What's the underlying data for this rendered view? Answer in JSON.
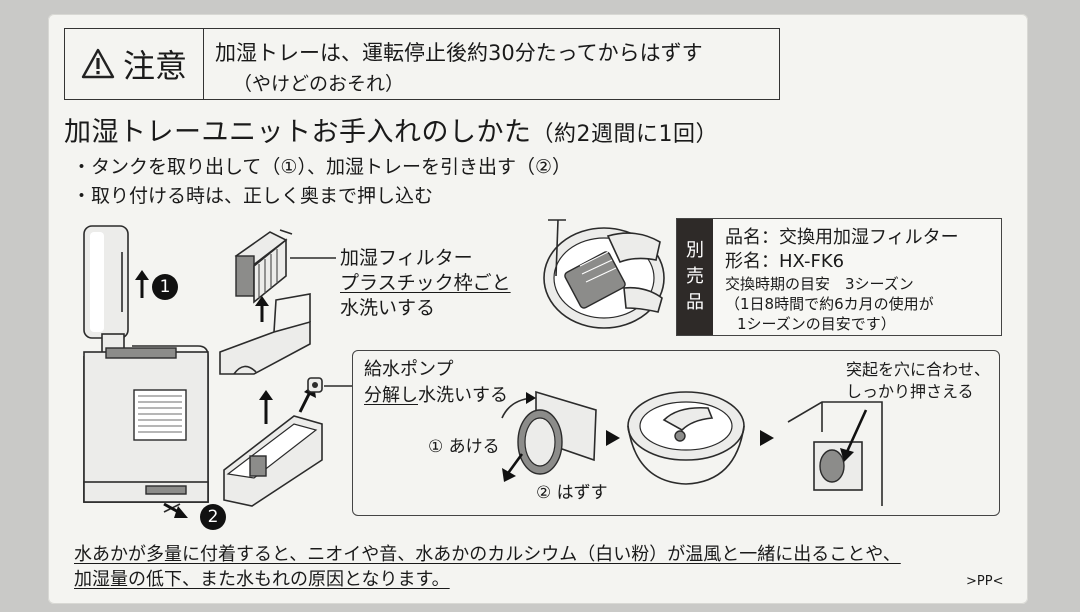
{
  "caution": {
    "label": "注意",
    "line1": "加湿トレーは、運転停止後約30分たってからはずす",
    "line2": "（やけどのおそれ）"
  },
  "title": {
    "main": "加湿トレーユニットお手入れのしかた",
    "interval": "（約2週間に1回）"
  },
  "bullets": [
    "・タンクを取り出して（①）、加湿トレーを引き出す（②）",
    "・取り付ける時は、正しく奥まで押し込む"
  ],
  "steps": {
    "step1": "1",
    "step2": "2"
  },
  "filter": {
    "name": "加湿フィルター",
    "frame": "プラスチック枠ごと",
    "action": "水洗いする"
  },
  "sold_separately": {
    "tag": [
      "別",
      "売",
      "品"
    ],
    "product_name": "品名：交換用加湿フィルター",
    "model": "形名：HX-FK6",
    "replace": "交換時期の目安　3シーズン",
    "note1": "（1日8時間で約6カ月の使用が",
    "note2": "1シーズンの目安です）"
  },
  "pump": {
    "name": "給水ポンプ",
    "disassemble": "分解し",
    "wash": "水洗いする",
    "open": "① あける",
    "remove": "② はずす",
    "align1": "突起を穴に合わせ、",
    "align2": "しっかり押さえる"
  },
  "footer": {
    "line1": "水あかが多量に付着すると、ニオイや音、水あかのカルシウム（白い粉）が温風と一緒に出ることや、",
    "line2": "加湿量の低下、また水もれの原因となります。",
    "mark": ">PP<"
  }
}
